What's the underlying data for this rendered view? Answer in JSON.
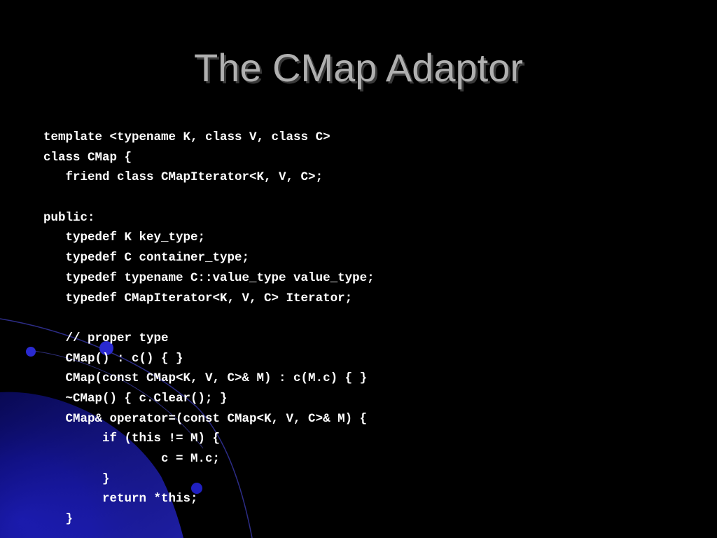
{
  "slide": {
    "title": "The CMap Adaptor",
    "code_lines": [
      "template <typename K, class V, class C>",
      "class CMap {",
      "   friend class CMapIterator<K, V, C>;",
      "",
      "public:",
      "   typedef K key_type;",
      "   typedef C container_type;",
      "   typedef typename C::value_type value_type;",
      "   typedef CMapIterator<K, V, C> Iterator;",
      "",
      "   // proper type",
      "   CMap() : c() { }",
      "   CMap(const CMap<K, V, C>& M) : c(M.c) { }",
      "   ~CMap() { c.Clear(); }",
      "   CMap& operator=(const CMap<K, V, C>& M) {",
      "        if (this != M) {",
      "                c = M.c;",
      "        }",
      "        return *this;",
      "   }"
    ]
  },
  "colors": {
    "background": "#000000",
    "title": "#b0b0b0",
    "code": "#ffffff",
    "accent_blue": "#1a1aa0"
  }
}
